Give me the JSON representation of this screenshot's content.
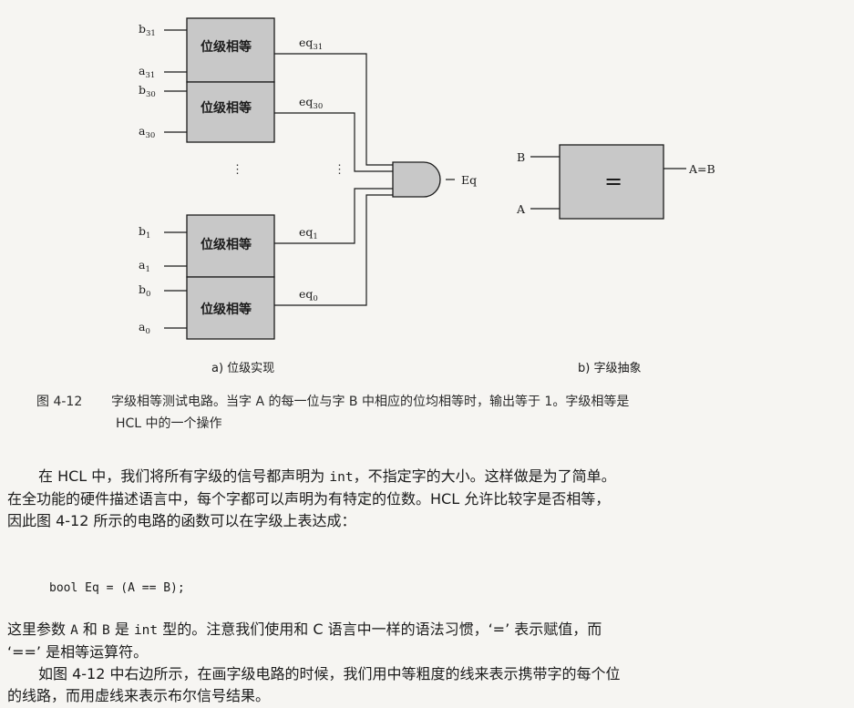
{
  "figure": {
    "block_label": "位级相等",
    "bits": [
      {
        "b": {
          "name": "b",
          "sub": "31"
        },
        "a": {
          "name": "a",
          "sub": "31"
        },
        "eq": {
          "name": "eq",
          "sub": "31"
        }
      },
      {
        "b": {
          "name": "b",
          "sub": "30"
        },
        "a": {
          "name": "a",
          "sub": "30"
        },
        "eq": {
          "name": "eq",
          "sub": "30"
        }
      },
      {
        "b": {
          "name": "b",
          "sub": "1"
        },
        "a": {
          "name": "a",
          "sub": "1"
        },
        "eq": {
          "name": "eq",
          "sub": "1"
        }
      },
      {
        "b": {
          "name": "b",
          "sub": "0"
        },
        "a": {
          "name": "a",
          "sub": "0"
        },
        "eq": {
          "name": "eq",
          "sub": "0"
        }
      }
    ],
    "and_output": "Eq",
    "ellipsis": "⋮",
    "caption_a": "a) 位级实现",
    "word": {
      "input_b": "B",
      "input_a": "A",
      "symbol": "=",
      "output": "A=B",
      "caption_b": "b) 字级抽象"
    }
  },
  "caption": {
    "number": "图 4-12",
    "line1": "字级相等测试电路。当字 A 的每一位与字 B 中相应的位均相等时，输出等于 1。字级相等是",
    "line2": "HCL 中的一个操作"
  },
  "para1": {
    "l1_before": "在 HCL 中，我们将所有字级的信号都声明为 ",
    "l1_code": "int",
    "l1_after": "，不指定字的大小。这样做是为了简单。",
    "l2": "在全功能的硬件描述语言中，每个字都可以声明为有特定的位数。HCL 允许比较字是否相等，",
    "l3": "因此图 4-12 所示的电路的函数可以在字级上表达成："
  },
  "code": "bool Eq = (A == B);",
  "para2": {
    "l1_a": "这里参数 ",
    "l1_code_a": "A",
    "l1_b": " 和 ",
    "l1_code_b": "B",
    "l1_c": " 是 ",
    "l1_code_c": "int",
    "l1_d": " 型的。注意我们使用和 C 语言中一样的语法习惯，‘=’ 表示赋值，而",
    "l2": "‘==’ 是相等运算符。"
  },
  "para3": {
    "l1": "如图 4-12 中右边所示，在画字级电路的时候，我们用中等粗度的线来表示携带字的每个位",
    "l2": "的线路，而用虚线来表示布尔信号结果。"
  },
  "colors": {
    "block_fill": "#c8c8c8",
    "stroke": "#1b1b1b",
    "background": "#f6f5f2"
  }
}
